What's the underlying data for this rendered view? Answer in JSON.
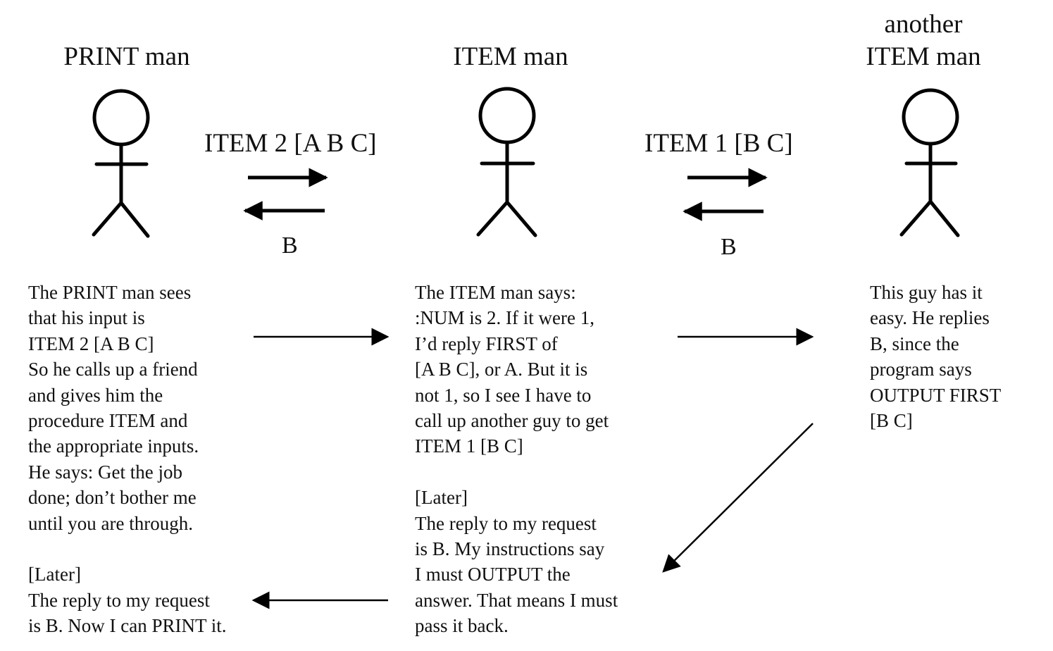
{
  "figures": {
    "print_man": {
      "label": "PRINT man"
    },
    "item_man": {
      "label": "ITEM man"
    },
    "another_item_man": {
      "label_line1": "another",
      "label_line2": "ITEM man"
    }
  },
  "messages": {
    "call_1": {
      "request": "ITEM 2 [A B C]",
      "reply": "B"
    },
    "call_2": {
      "request": "ITEM 1 [B C]",
      "reply": "B"
    }
  },
  "narration": {
    "print_man": [
      "The PRINT man sees",
      "that his input is",
      "ITEM 2 [A B C]",
      "So he calls up a friend",
      "and gives him the",
      "procedure ITEM and",
      "the appropriate inputs.",
      "He says: Get the job",
      "done; don’t bother me",
      "until you are through.",
      "",
      "[Later]",
      "The reply to my request",
      "is B.  Now I can PRINT it."
    ],
    "item_man": [
      "The ITEM man says:",
      ":NUM is 2.  If it were 1,",
      "I’d reply FIRST of",
      "[A B C], or A.  But it is",
      "not 1, so I see I have to",
      "call up another guy to get",
      "ITEM 1 [B C]",
      "",
      "[Later]",
      "The reply to my request",
      "is B.  My instructions say",
      "I must OUTPUT the",
      "answer.  That means I must",
      "pass it back."
    ],
    "another_item_man": [
      "This guy has it",
      "easy.  He replies",
      "B, since the",
      "program says",
      "OUTPUT FIRST",
      "[B C]"
    ]
  }
}
